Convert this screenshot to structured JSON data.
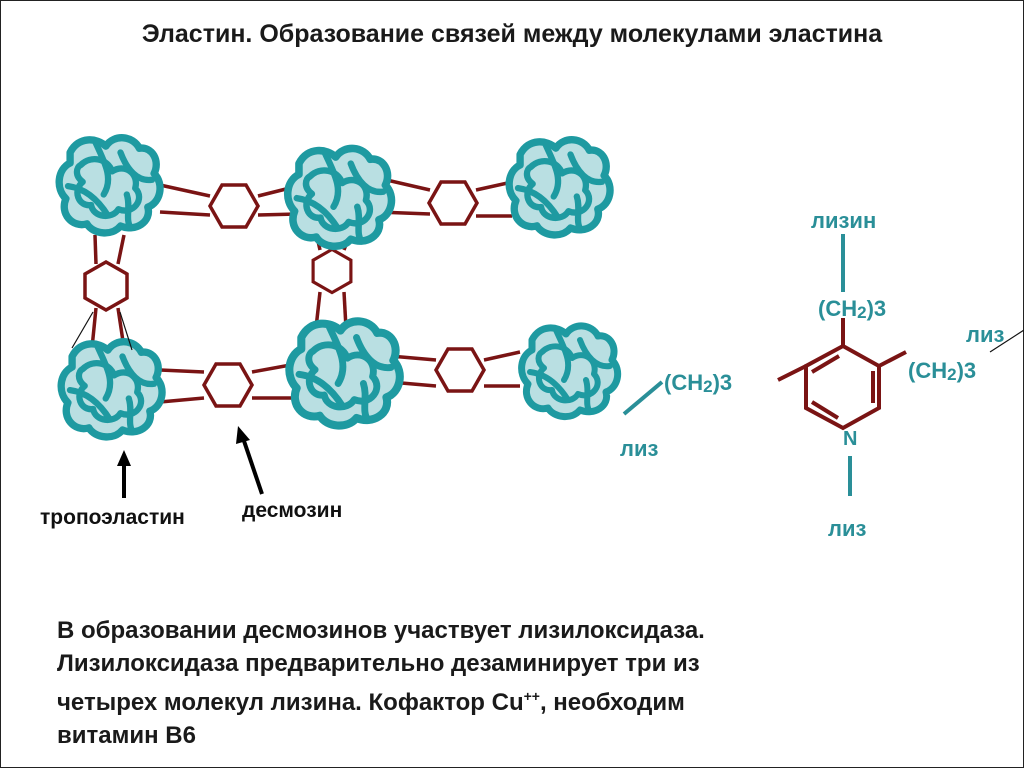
{
  "title": "Эластин. Образование связей между молекулами эластина",
  "diagram": {
    "label_tropoelastin": "тропоэластин",
    "label_desmosine": "десмозин",
    "structure": {
      "lysine_top": "лизин",
      "ch2_top": "(CH",
      "ch2_top_sub": "2",
      "ch2_top_end": ")3",
      "ch2_left": "(CH",
      "ch2_left_sub": "2",
      "ch2_left_end": ")3",
      "ch2_right": "(CH",
      "ch2_right_sub": "2",
      "ch2_right_end": ")3",
      "lys_left": "лиз",
      "lys_right": "лиз",
      "lys_bottom": "лиз",
      "nitrogen": "N"
    }
  },
  "text": {
    "line1": "В образовании десмозинов участвует лизилоксидаза.",
    "line2": "Лизилоксидаза предварительно дезаминирует три из",
    "line3_a": "четырех молекул лизина. Кофактор Cu",
    "line3_sup": "++",
    "line3_b": ", необходим",
    "line4": "витамин В6"
  },
  "colors": {
    "teal": "#2a8f98",
    "blob_fill": "#b9dfe2",
    "blob_stroke": "#1e9aa1",
    "link": "#7a1414"
  }
}
